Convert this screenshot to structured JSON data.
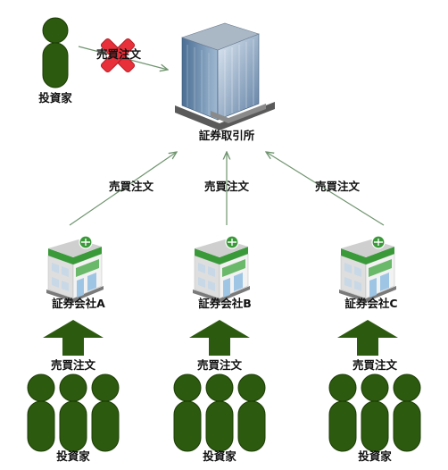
{
  "exchange": {
    "label": "証券取引所",
    "icon": "office-building-icon"
  },
  "direct_investor": {
    "label": "投資家",
    "order_label": "売買注文",
    "status": "rejected",
    "status_icon": "red-x-icon"
  },
  "routes": [
    {
      "order_label": "売買注文"
    },
    {
      "order_label": "売買注文"
    },
    {
      "order_label": "売買注文"
    }
  ],
  "brokers": [
    {
      "label": "証券会社A",
      "icon": "storefront-icon",
      "order_label": "売買注文",
      "investors_label": "投資家"
    },
    {
      "label": "証券会社B",
      "icon": "storefront-icon",
      "order_label": "売買注文",
      "investors_label": "投資家"
    },
    {
      "label": "証券会社C",
      "icon": "storefront-icon",
      "order_label": "売買注文",
      "investors_label": "投資家"
    }
  ],
  "colors": {
    "investor": "#2c5a0e",
    "investor_outline": "#1c3d06",
    "arrow_up": "#2c5a0e",
    "connector": "#7a9e7a",
    "reject_x": "#e8303a",
    "building_blue": "#8eaac6",
    "store_green": "#3c9a3c"
  }
}
